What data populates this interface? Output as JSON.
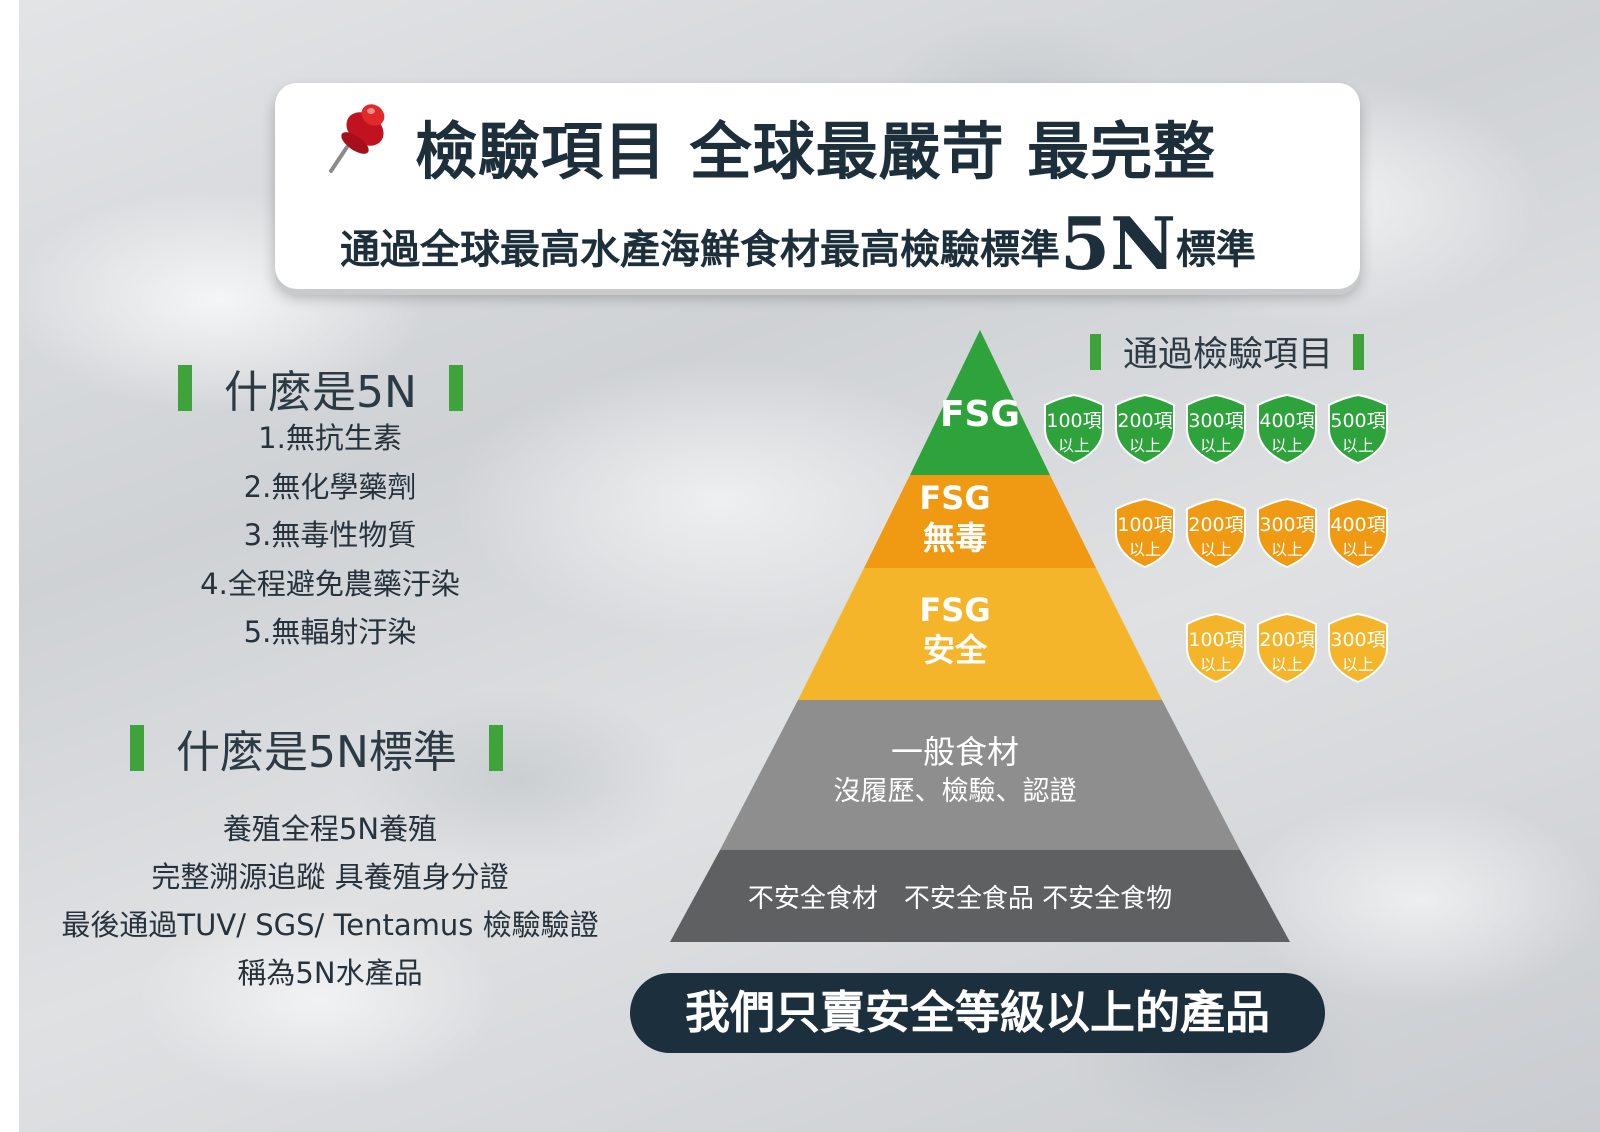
{
  "header": {
    "title": "檢驗項目 全球最嚴苛 最完整",
    "subtitle_pre": "通過全球最高水產海鮮食材最高檢驗標準",
    "subtitle_5n": "5N",
    "subtitle_post": "標準"
  },
  "what_is_5n": {
    "heading": "什麼是5N",
    "items": [
      "1.無抗生素",
      "2.無化學藥劑",
      "3.無毒性物質",
      "4.全程避免農藥汙染",
      "5.無輻射汙染"
    ]
  },
  "what_is_5n_standard": {
    "heading": "什麼是5N標準",
    "lines": [
      "養殖全程5N養殖",
      "完整溯源追蹤 具養殖身分證",
      "最後通過TUV/ SGS/ Tentamus 檢驗驗證",
      "稱為5N水產品"
    ]
  },
  "pyramid": {
    "levels": [
      {
        "line1": "FSG",
        "line2": "",
        "color": "#2ea23b"
      },
      {
        "line1": "FSG",
        "line2": "無毒",
        "color": "#ef9a12"
      },
      {
        "line1": "FSG",
        "line2": "安全",
        "color": "#f4b52a"
      },
      {
        "line1": "一般食材",
        "line2": "沒履歷、檢驗、認證",
        "color": "#8e8e8e"
      },
      {
        "line1": "不安全食材　不安全食品 不安全食物",
        "line2": "",
        "color": "#5f6061"
      }
    ]
  },
  "legend": {
    "heading": "通過檢驗項目",
    "rows": [
      {
        "color": "#2ea23b",
        "badges": [
          "100項",
          "200項",
          "300項",
          "400項",
          "500項"
        ]
      },
      {
        "color": "#ef9a12",
        "badges": [
          "100項",
          "200項",
          "300項",
          "400項"
        ]
      },
      {
        "color": "#f4b52a",
        "badges": [
          "100項",
          "200項",
          "300項"
        ]
      }
    ],
    "suffix": "以上"
  },
  "banner": "我們只賣安全等級以上的產品"
}
